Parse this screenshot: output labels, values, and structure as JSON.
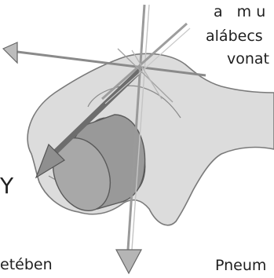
{
  "texts": {
    "top_line1": "a mu",
    "top_line2": "alábecs",
    "top_line3": "vonat",
    "axis_label_y": "Y",
    "bottom_left": "etében",
    "bottom_right": "Pneum"
  },
  "colors": {
    "background": "#ffffff",
    "body_fill": "#dcdcdc",
    "outline": "#7a7a7a",
    "cylinder": "#909090",
    "arrow_main": "#6d6d6d",
    "arrow_light": "#b7b7b7"
  }
}
